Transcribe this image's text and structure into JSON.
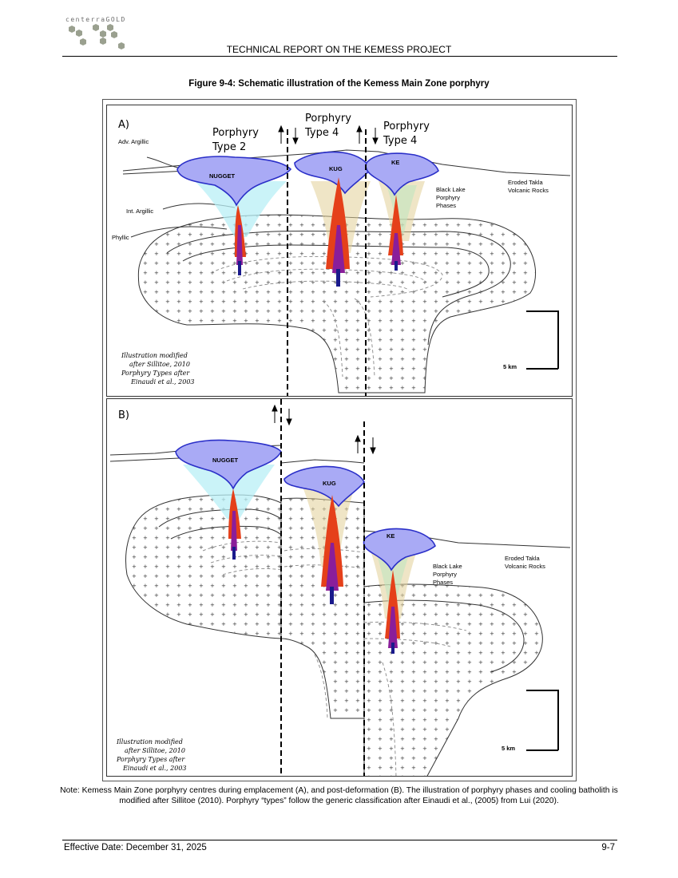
{
  "header": {
    "logo_text": "centerraGOLD",
    "title": "TECHNICAL REPORT ON THE KEMESS PROJECT"
  },
  "figure": {
    "title": "Figure 9-4: Schematic illustration of the Kemess Main Zone porphyry",
    "panel_a": {
      "letter": "A)",
      "type2_l1": "Porphyry",
      "type2_l2": "Type 2",
      "type4a_l1": "Porphyry",
      "type4a_l2": "Type 4",
      "type4b_l1": "Porphyry",
      "type4b_l2": "Type 4",
      "adv_argillic": "Adv. Argillic",
      "int_argillic": "Int. Argillic",
      "phyllic": "Phyllic",
      "nugget": "NUGGET",
      "kug": "KUG",
      "ke": "KE",
      "black_lake_l1": "Black Lake",
      "black_lake_l2": "Porphyry",
      "black_lake_l3": "Phases",
      "takla_l1": "Eroded Takla",
      "takla_l2": "Volcanic Rocks",
      "credit_l1": "Illustration modified",
      "credit_l2": "after Sillitoe, 2010",
      "credit_l3": "Porphyry Types after",
      "credit_l4": "Einaudi et al., 2003",
      "scale": "5 km"
    },
    "panel_b": {
      "letter": "B)",
      "nugget": "NUGGET",
      "kug": "KUG",
      "ke": "KE",
      "black_lake_l1": "Black Lake",
      "black_lake_l2": "Porphyry",
      "black_lake_l3": "Phases",
      "takla_l1": "Eroded Takla",
      "takla_l2": "Volcanic Rocks",
      "credit_l1": "Illustration modified",
      "credit_l2": "after Sillitoe, 2010",
      "credit_l3": "Porphyry Types after",
      "credit_l4": "Einaudi et al., 2003",
      "scale": "5 km"
    }
  },
  "note": "Note: Kemess Main Zone porphyry centres during emplacement (A), and post-deformation (B). The illustration of porphyry phases and cooling batholith is modified after Sillitoe (2010). Porphyry “types” follow the generic classification after Einaudi et al., (2005) from Lui (2020).",
  "footer": {
    "effective_date": "Effective Date: December 31, 2025",
    "page_number": "9-7"
  },
  "colors": {
    "cap_fill": "#a9aaf5",
    "cap_stroke": "#2a2fc8",
    "intrusion": "#e5401a",
    "intrusion_core": "#8a1e9a",
    "root": "#1a1a8c",
    "halo": "#b8eff5",
    "phase": "#e2cf98"
  }
}
